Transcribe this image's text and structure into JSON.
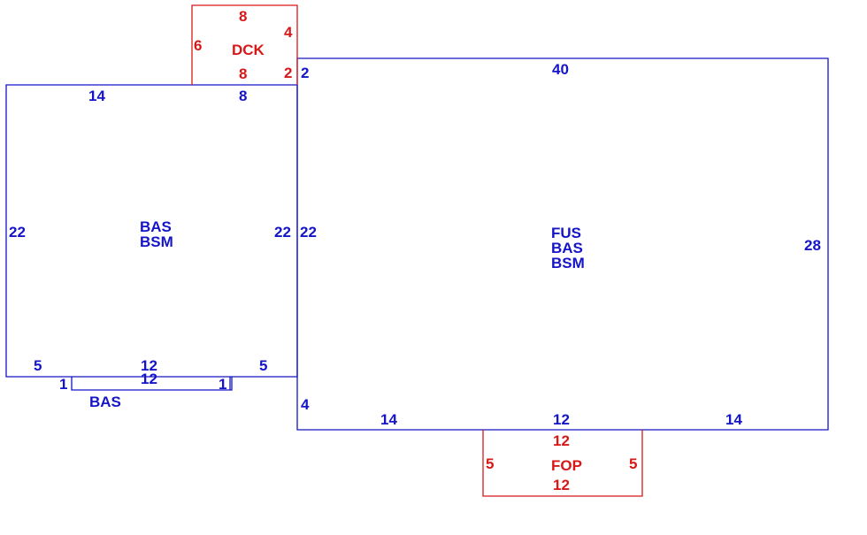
{
  "colors": {
    "blue": "#1414c8",
    "red": "#d81818"
  },
  "left_section": {
    "codes": [
      "BAS",
      "BSM"
    ],
    "dims": {
      "top": "14",
      "top_right": "8",
      "left": "22",
      "right": "22",
      "bottom_left": "5",
      "bottom_mid": "12",
      "bottom_right": "5"
    }
  },
  "bump_out": {
    "code": "BAS",
    "dims": {
      "top": "12",
      "left": "1",
      "right": "1"
    }
  },
  "main_section": {
    "codes": [
      "FUS",
      "BAS",
      "BSM"
    ],
    "dims": {
      "top": "40",
      "top_left": "2",
      "left": "22",
      "right": "28",
      "bottom_left_step": "4",
      "bottom_1": "14",
      "bottom_2": "12",
      "bottom_3": "14"
    }
  },
  "deck": {
    "code": "DCK",
    "dims": {
      "top": "8",
      "left": "6",
      "right": "4",
      "bottom": "8",
      "right_lower": "2"
    }
  },
  "porch": {
    "code": "FOP",
    "dims": {
      "top": "12",
      "left": "5",
      "right": "5",
      "bottom": "12"
    }
  }
}
